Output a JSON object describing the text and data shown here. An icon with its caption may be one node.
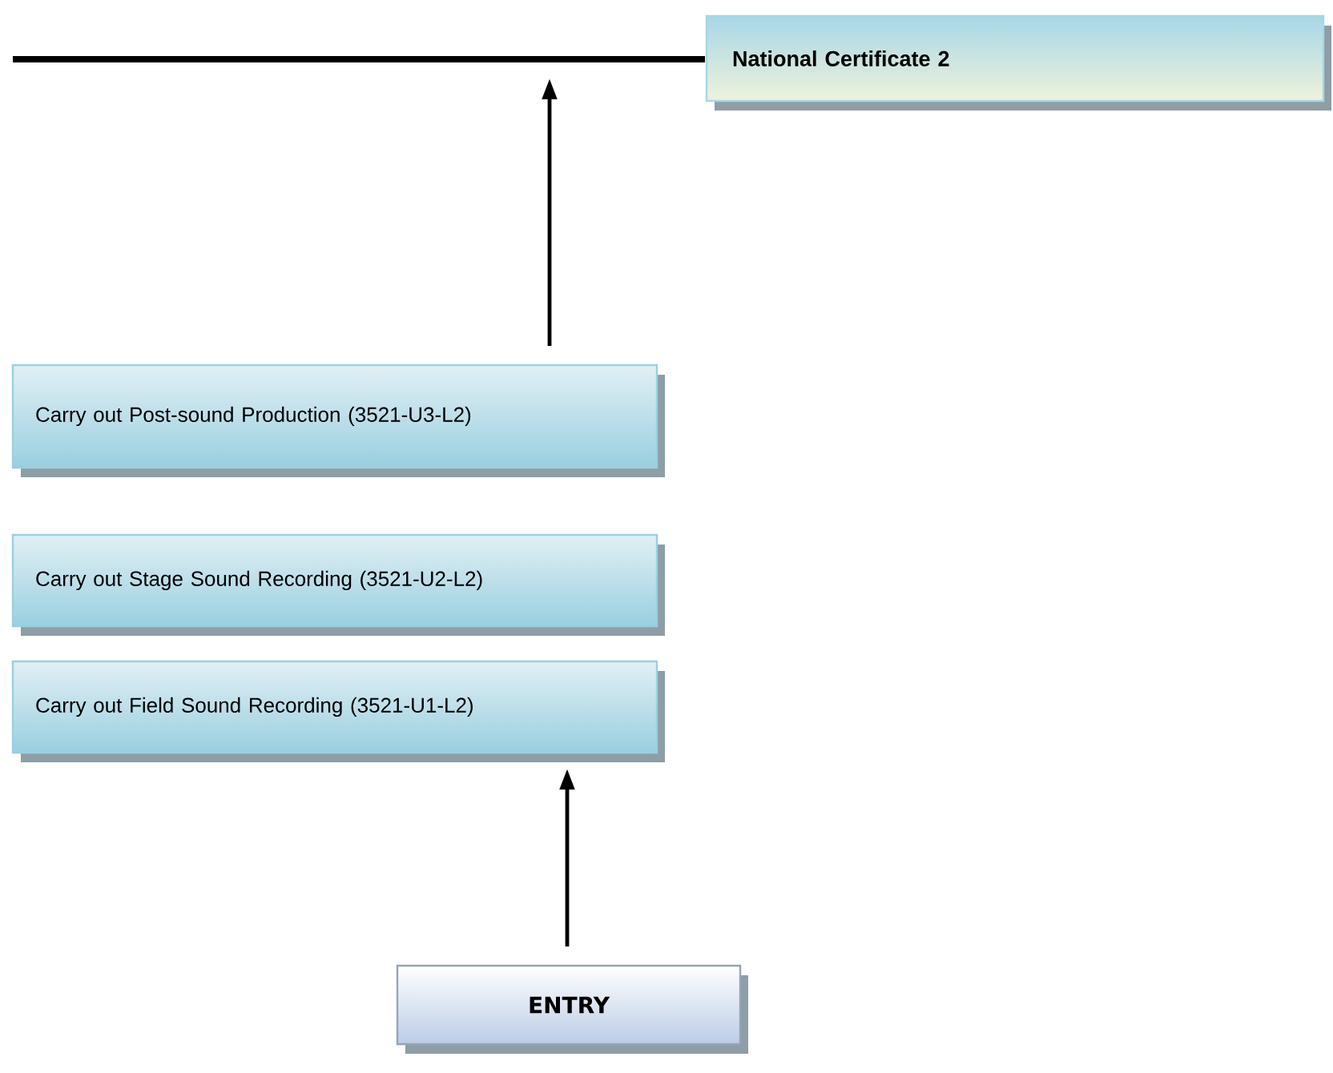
{
  "diagram": {
    "nodes": [
      {
        "text": [],
        "shape": "bar"
      },
      {
        "text": [
          "National Certificate 2"
        ]
      },
      {
        "text": [
          "Carry out Post-sound Production (3521-U3-L2)"
        ]
      },
      {
        "text": [
          "Carry out Stage Sound Recording (3521-U2-L2)"
        ]
      },
      {
        "text": [
          "Carry out Field Sound Recording (3521-U1-L2)"
        ]
      },
      {
        "text": [
          "ENTRY"
        ]
      }
    ],
    "edges": [
      {
        "from": 2,
        "to": 0,
        "arrow": "to"
      },
      {
        "from": 5,
        "to": 4,
        "arrow": "to"
      }
    ]
  }
}
